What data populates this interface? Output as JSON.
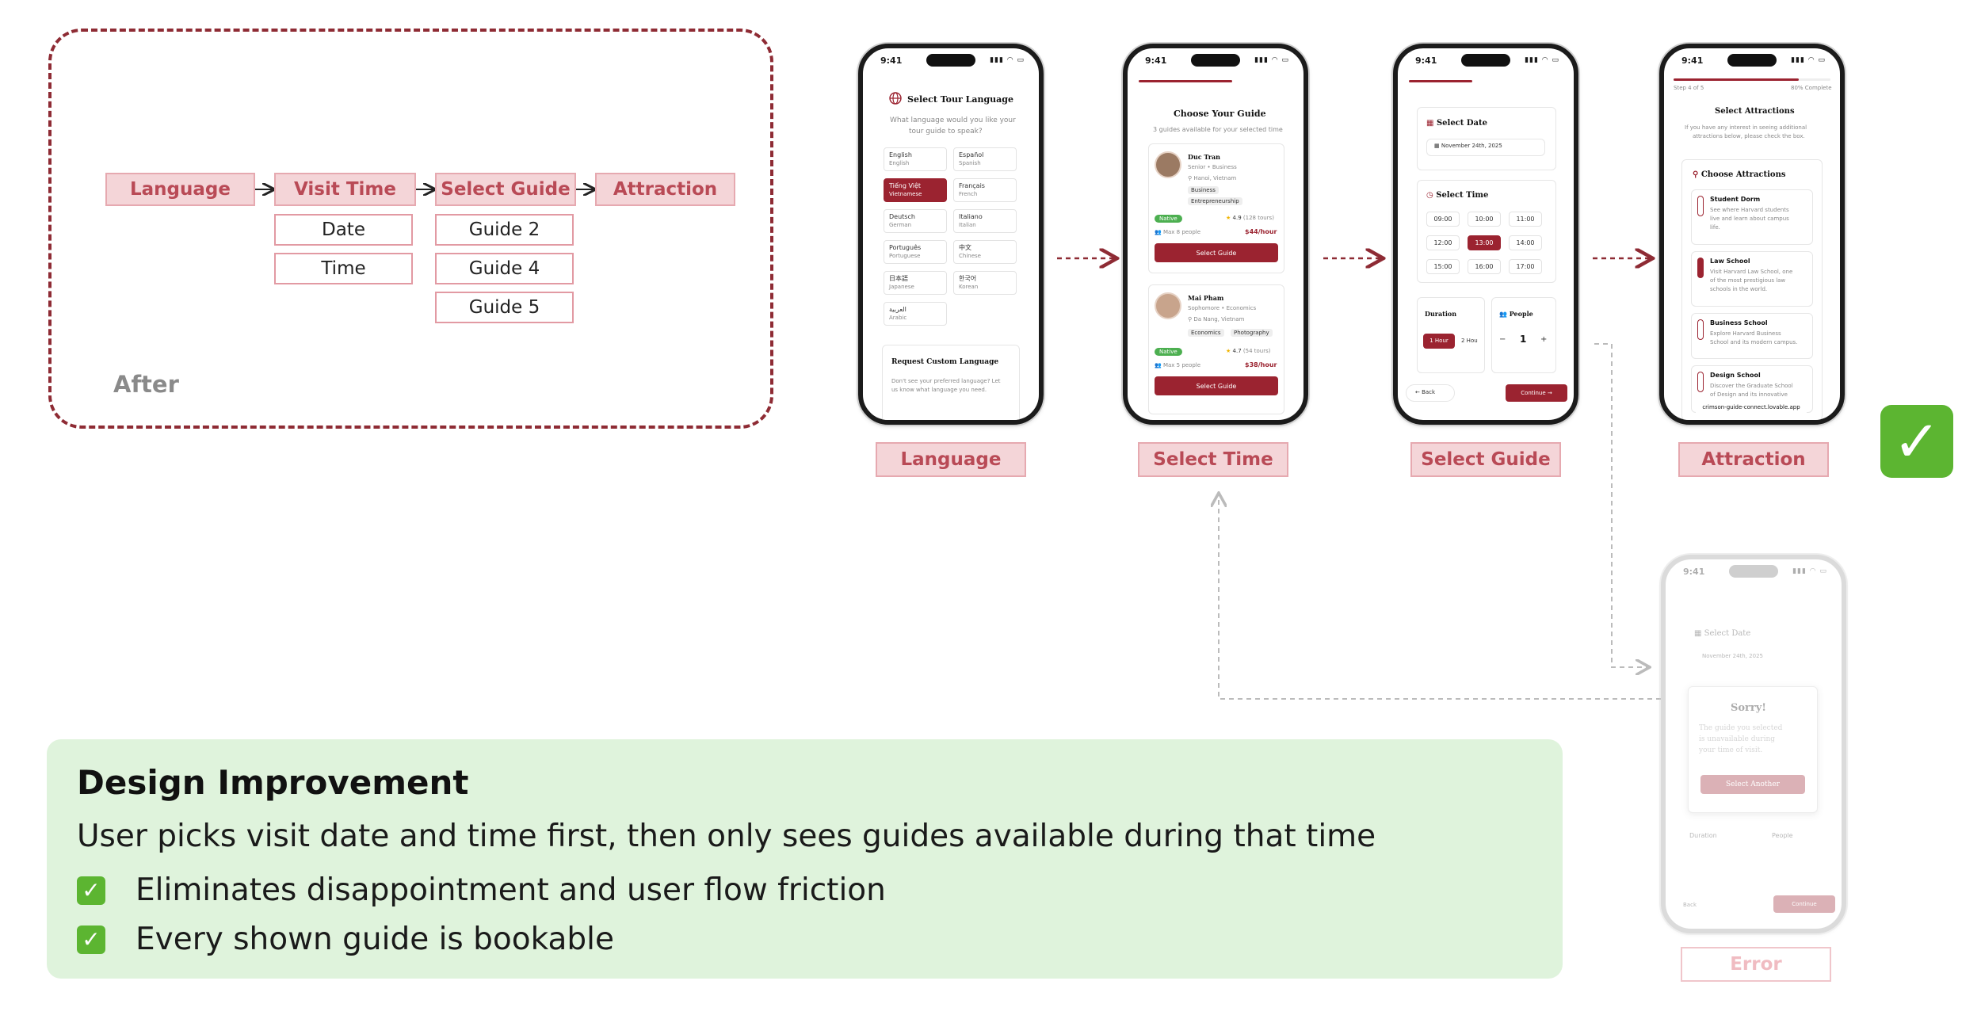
{
  "flow": {
    "main": [
      "Language",
      "Visit Time",
      "Select Guide",
      "Attraction"
    ],
    "visit_time_sub": [
      "Date",
      "Time"
    ],
    "guide_sub": [
      "Guide 2",
      "Guide 4",
      "Guide 5"
    ],
    "label": "After"
  },
  "phones": {
    "time": "9:41",
    "language": {
      "title": "Select Tour Language",
      "subtitle_1": "What language would you like your",
      "subtitle_2": "tour guide to speak?",
      "options": [
        {
          "name": "English",
          "sub": "English"
        },
        {
          "name": "Español",
          "sub": "Spanish"
        },
        {
          "name": "Tiếng Việt",
          "sub": "Vietnamese"
        },
        {
          "name": "Français",
          "sub": "French"
        },
        {
          "name": "Deutsch",
          "sub": "German"
        },
        {
          "name": "Italiano",
          "sub": "Italian"
        },
        {
          "name": "Português",
          "sub": "Portuguese"
        },
        {
          "name": "中文",
          "sub": "Chinese"
        },
        {
          "name": "日本語",
          "sub": "Japanese"
        },
        {
          "name": "한국어",
          "sub": "Korean"
        },
        {
          "name": "العربية",
          "sub": "Arabic"
        }
      ],
      "custom_title": "Request Custom Language",
      "custom_text_1": "Don't see your preferred language? Let",
      "custom_text_2": "us know what language you need."
    },
    "guide": {
      "title": "Choose Your Guide",
      "subtitle": "3 guides available for your selected time",
      "guides": [
        {
          "name": "Duc Tran",
          "role": "Senior • Business",
          "loc": "Hanoi, Vietnam",
          "tags": [
            "Business",
            "Entrepreneurship"
          ],
          "badge": "Native",
          "rating": "4.9",
          "tours": "(128 tours)",
          "people": "Max 8 people",
          "price": "$44/hour",
          "button": "Select Guide"
        },
        {
          "name": "Mai Pham",
          "role": "Sophomore • Economics",
          "loc": "Da Nang, Vietnam",
          "tags": [
            "Economics",
            "Photography"
          ],
          "badge": "Native",
          "rating": "4.7",
          "tours": "(54 tours)",
          "people": "Max 5 people",
          "price": "$38/hour",
          "button": "Select Guide"
        }
      ]
    },
    "datetime": {
      "date_title": "Select Date",
      "date_value": "November 24th, 2025",
      "time_title": "Select Time",
      "times": [
        "09:00",
        "10:00",
        "11:00",
        "12:00",
        "13:00",
        "14:00",
        "15:00",
        "16:00",
        "17:00"
      ],
      "selected_time": "13:00",
      "duration_title": "Duration",
      "duration_options": [
        "1 Hour",
        "2 Hou"
      ],
      "people_title": "People",
      "people_value": "1",
      "minus": "−",
      "plus": "+",
      "back": "Back",
      "continue": "Continue"
    },
    "attraction": {
      "step": "Step 4 of 5",
      "progress": "80% Complete",
      "progress_value": 0.8,
      "title": "Select Attractions",
      "subtitle_1": "If you have any interest in seeing additional",
      "subtitle_2": "attractions below, please check the box.",
      "choose": "Choose Attractions",
      "items": [
        {
          "name": "Student Dorm",
          "desc_1": "See where Harvard students",
          "desc_2": "live and learn about campus",
          "desc_3": "life."
        },
        {
          "name": "Law School",
          "desc_1": "Visit Harvard Law School, one",
          "desc_2": "of the most prestigious law",
          "desc_3": "schools in the world."
        },
        {
          "name": "Business School",
          "desc_1": "Explore Harvard Business",
          "desc_2": "School and its modern campus.",
          "desc_3": ""
        },
        {
          "name": "Design School",
          "desc_1": "Discover the Graduate School",
          "desc_2": "of Design and its innovative",
          "desc_3": ""
        }
      ],
      "url": "crimson-guide-connect.lovable.app"
    },
    "error": {
      "date_title": "Select Date",
      "date_value": "November 24th, 2025",
      "sorry": "Sorry!",
      "msg_1": "The guide you selected",
      "msg_2": "is unavailable during",
      "msg_3": "your time of visit.",
      "button": "Select Another",
      "duration": "Duration",
      "people": "People",
      "back": "Back",
      "continue": "Continue"
    }
  },
  "phone_labels": [
    "Language",
    "Select Time",
    "Select Guide",
    "Attraction",
    "Error"
  ],
  "improvement": {
    "title": "Design Improvement",
    "description": "User picks visit date and time first, then only sees guides available during that time",
    "benefits": [
      "Eliminates disappointment and user flow friction",
      "Every shown guide is bookable"
    ]
  },
  "colors": {
    "brand": "#9b2330",
    "label_bg": "#f4d5d8",
    "label_text": "#b94a56",
    "panel_bg": "#dff3dc",
    "check": "#5cb531"
  },
  "icons": [
    "globe-icon",
    "calendar-icon",
    "clock-icon",
    "people-icon",
    "location-icon",
    "star-icon",
    "check-icon",
    "arrow-right-icon"
  ]
}
